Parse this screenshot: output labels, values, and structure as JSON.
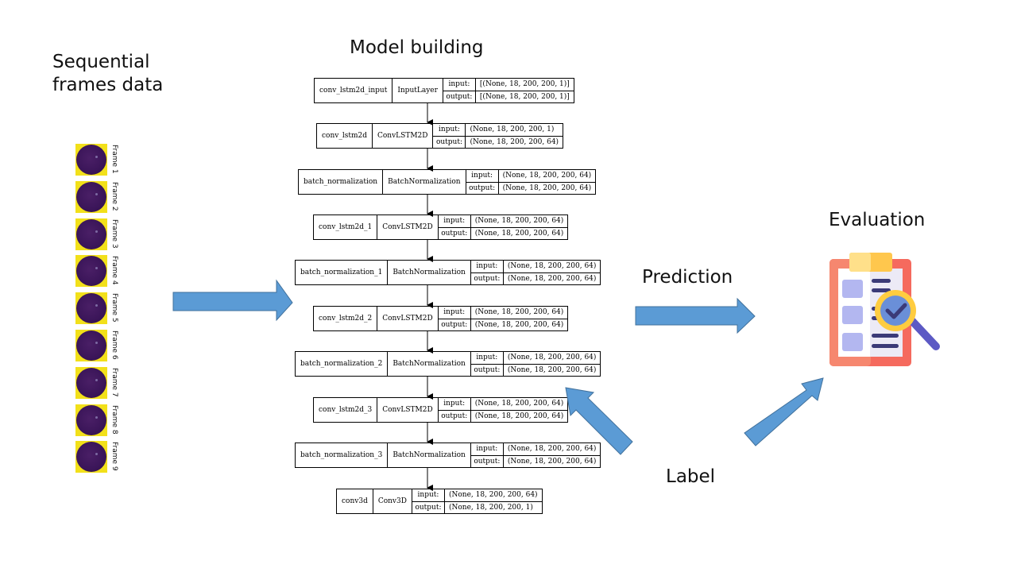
{
  "left_title": [
    "Sequential",
    "frames data"
  ],
  "center_title": "Model building",
  "right_title": "Evaluation",
  "prediction_label": "Prediction",
  "label_text": "Label",
  "frames": [
    "Frame 1",
    "Frame 2",
    "Frame 3",
    "Frame 4",
    "Frame 5",
    "Frame 6",
    "Frame 7",
    "Frame 8",
    "Frame 9"
  ],
  "io_keys": {
    "input": "input:",
    "output": "output:"
  },
  "layers": [
    {
      "name": "conv_lstm2d_input",
      "type": "InputLayer",
      "input": "[(None, 18, 200, 200, 1)]",
      "output": "[(None, 18, 200, 200, 1)]"
    },
    {
      "name": "conv_lstm2d",
      "type": "ConvLSTM2D",
      "input": "(None, 18, 200, 200, 1)",
      "output": "(None, 18, 200, 200, 64)"
    },
    {
      "name": "batch_normalization",
      "type": "BatchNormalization",
      "input": "(None, 18, 200, 200, 64)",
      "output": "(None, 18, 200, 200, 64)"
    },
    {
      "name": "conv_lstm2d_1",
      "type": "ConvLSTM2D",
      "input": "(None, 18, 200, 200, 64)",
      "output": "(None, 18, 200, 200, 64)"
    },
    {
      "name": "batch_normalization_1",
      "type": "BatchNormalization",
      "input": "(None, 18, 200, 200, 64)",
      "output": "(None, 18, 200, 200, 64)"
    },
    {
      "name": "conv_lstm2d_2",
      "type": "ConvLSTM2D",
      "input": "(None, 18, 200, 200, 64)",
      "output": "(None, 18, 200, 200, 64)"
    },
    {
      "name": "batch_normalization_2",
      "type": "BatchNormalization",
      "input": "(None, 18, 200, 200, 64)",
      "output": "(None, 18, 200, 200, 64)"
    },
    {
      "name": "conv_lstm2d_3",
      "type": "ConvLSTM2D",
      "input": "(None, 18, 200, 200, 64)",
      "output": "(None, 18, 200, 200, 64)"
    },
    {
      "name": "batch_normalization_3",
      "type": "BatchNormalization",
      "input": "(None, 18, 200, 200, 64)",
      "output": "(None, 18, 200, 200, 64)"
    },
    {
      "name": "conv3d",
      "type": "Conv3D",
      "input": "(None, 18, 200, 200, 64)",
      "output": "(None, 18, 200, 200, 1)"
    }
  ],
  "colors": {
    "arrow": "#5b9bd5",
    "arrow_border": "#41719c"
  },
  "icons": {
    "evaluation": "clipboard-checklist-magnifier-icon"
  }
}
